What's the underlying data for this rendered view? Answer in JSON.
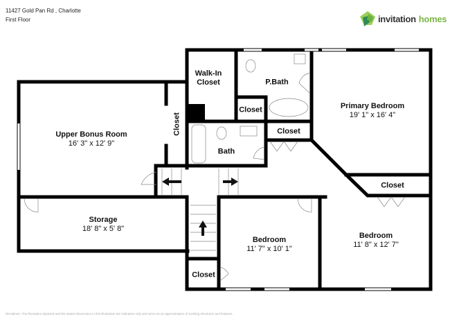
{
  "header": {
    "address": "11427 Gold Pan Rd , Charlotte",
    "floor": "First Floor"
  },
  "logo": {
    "text_primary": "invitation",
    "text_secondary": "homes",
    "colors": [
      "#7ab648",
      "#2e8b57"
    ]
  },
  "rooms": {
    "walk_in_closet": {
      "name_line1": "Walk-In",
      "name_line2": "Closet"
    },
    "p_bath": {
      "name": "P.Bath"
    },
    "primary_bedroom": {
      "name": "Primary Bedroom",
      "dims": "19' 1\" x 16' 4\""
    },
    "closet_pbath": {
      "name": "Closet"
    },
    "closet_hall": {
      "name": "Closet"
    },
    "closet_bonus": {
      "name": "Closet"
    },
    "upper_bonus_room": {
      "name": "Upper Bonus Room",
      "dims": "16' 3\" x 12' 9\""
    },
    "bath": {
      "name": "Bath"
    },
    "closet_primary": {
      "name": "Closet"
    },
    "storage": {
      "name": "Storage",
      "dims": "18' 8\" x 5' 8\""
    },
    "bedroom_middle": {
      "name": "Bedroom",
      "dims": "11' 7\" x 10' 1\""
    },
    "bedroom_right": {
      "name": "Bedroom",
      "dims": "11' 8\" x 12' 7\""
    },
    "closet_bottom": {
      "name": "Closet"
    }
  },
  "disclaimer": "Disclaimer: The floorplans depicted and the stated dimensions in this illustration are indicative only and serve as an approximation of existing structures and features."
}
